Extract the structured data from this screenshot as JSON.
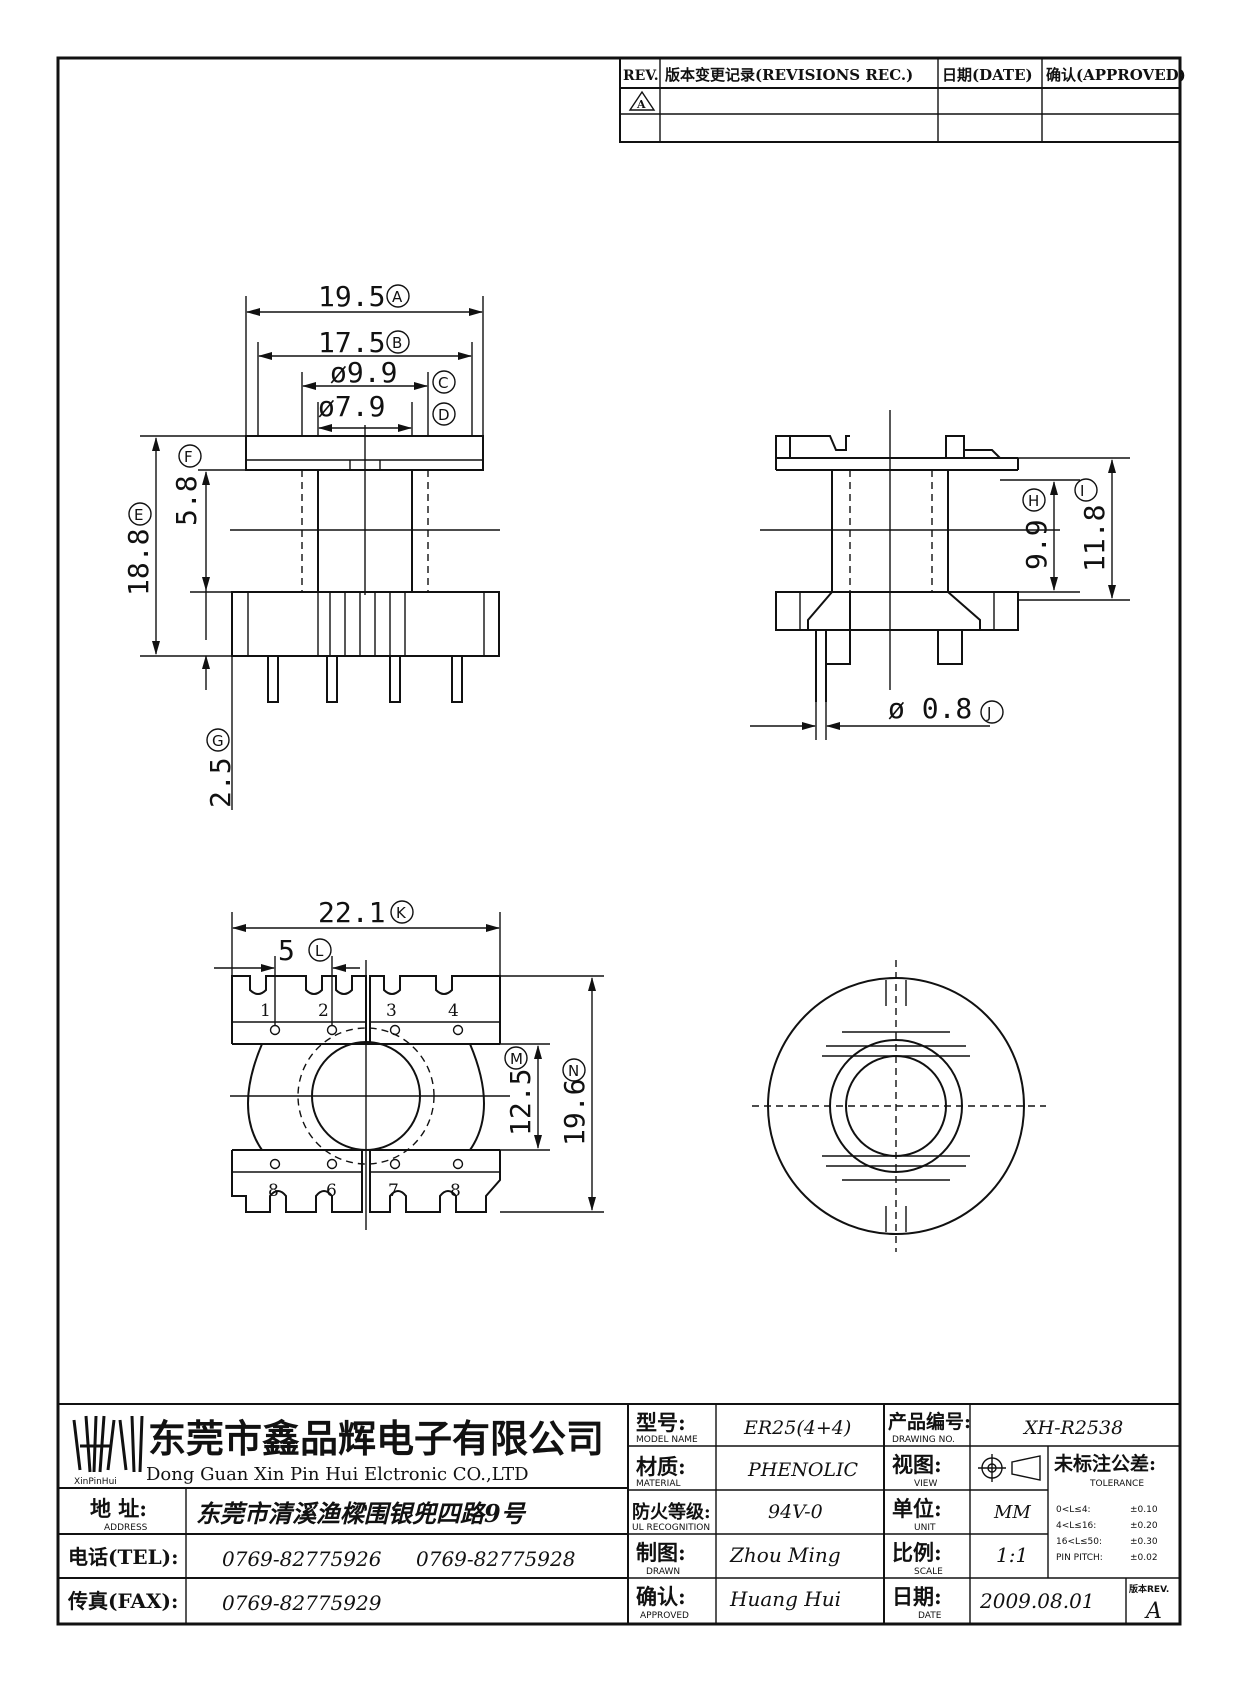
{
  "revisions": {
    "headers": {
      "rev": "REV.",
      "record": "版本变更记录(REVISIONS REC.)",
      "date": "日期(DATE)",
      "approved": "确认(APPROVED)"
    },
    "rows": [
      {
        "rev": "A",
        "record": "",
        "date": "",
        "approved": ""
      },
      {
        "rev": "",
        "record": "",
        "date": "",
        "approved": ""
      }
    ]
  },
  "dimensions": {
    "A": "19.5",
    "B": "17.5",
    "C": "ø9.9",
    "D": "ø7.9",
    "E": "18.8",
    "F": "5.8",
    "G": "2.5",
    "H": "9.9",
    "I": "11.8",
    "J": "ø 0.8",
    "K": "22.1",
    "L": "5",
    "M": "12.5",
    "N": "19.6"
  },
  "pins": [
    "1",
    "2",
    "3",
    "4",
    "8",
    "6",
    "7",
    "8"
  ],
  "title_block": {
    "company_cn": "东莞市鑫品辉电子有限公司",
    "company_en": "Dong Guan Xin Pin Hui Elctronic CO.,LTD",
    "logo_text": "XinPinHui",
    "address_label": "地 址:",
    "address_sub": "ADDRESS",
    "address": "东莞市清溪渔樑围银兜四路9号",
    "tel_label": "电话(TEL):",
    "tel1": "0769-82775926",
    "tel2": "0769-82775928",
    "fax_label": "传真(FAX):",
    "fax": "0769-82775929",
    "model_label": "型号:",
    "model_sub": "MODEL NAME",
    "model": "ER25(4+4)",
    "material_label": "材质:",
    "material_sub": "MATERIAL",
    "material": "PHENOLIC",
    "fire_label": "防火等级:",
    "fire_sub": "UL RECOGNITION",
    "fire": "94V-0",
    "drawn_label": "制图:",
    "drawn_sub": "DRAWN",
    "drawn": "Zhou Ming",
    "approved_label": "确认:",
    "approved_sub": "APPROVED",
    "approved": "Huang Hui",
    "drawing_no_label": "产品编号:",
    "drawing_no_sub": "DRAWING NO.",
    "drawing_no": "XH-R2538",
    "view_label": "视图:",
    "view_sub": "VIEW",
    "unit_label": "单位:",
    "unit_sub": "UNIT",
    "unit": "MM",
    "scale_label": "比例:",
    "scale_sub": "SCALE",
    "scale": "1:1",
    "date_label": "日期:",
    "date_sub": "DATE",
    "date": "2009.08.01",
    "tolerance_label": "未标注公差:",
    "tolerance_sub": "TOLERANCE",
    "tolerance_rows": [
      {
        "range": "0<L≤4:",
        "value": "±0.10"
      },
      {
        "range": "4<L≤16:",
        "value": "±0.20"
      },
      {
        "range": "16<L≤50:",
        "value": "±0.30"
      },
      {
        "range": "PIN PITCH:",
        "value": "±0.02"
      }
    ],
    "rev_label": "版本REV.",
    "rev": "A"
  }
}
